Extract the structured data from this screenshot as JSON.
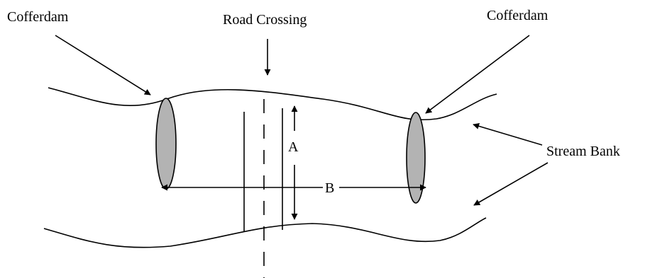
{
  "labels": {
    "cofferdam_left": "Cofferdam",
    "cofferdam_right": "Cofferdam",
    "road_crossing": "Road Crossing",
    "stream_bank": "Stream Bank",
    "dimension_a": "A",
    "dimension_b": "B"
  },
  "colors": {
    "line": "#000000",
    "cofferdam_fill": "#b3b3b3",
    "background": "#ffffff"
  }
}
